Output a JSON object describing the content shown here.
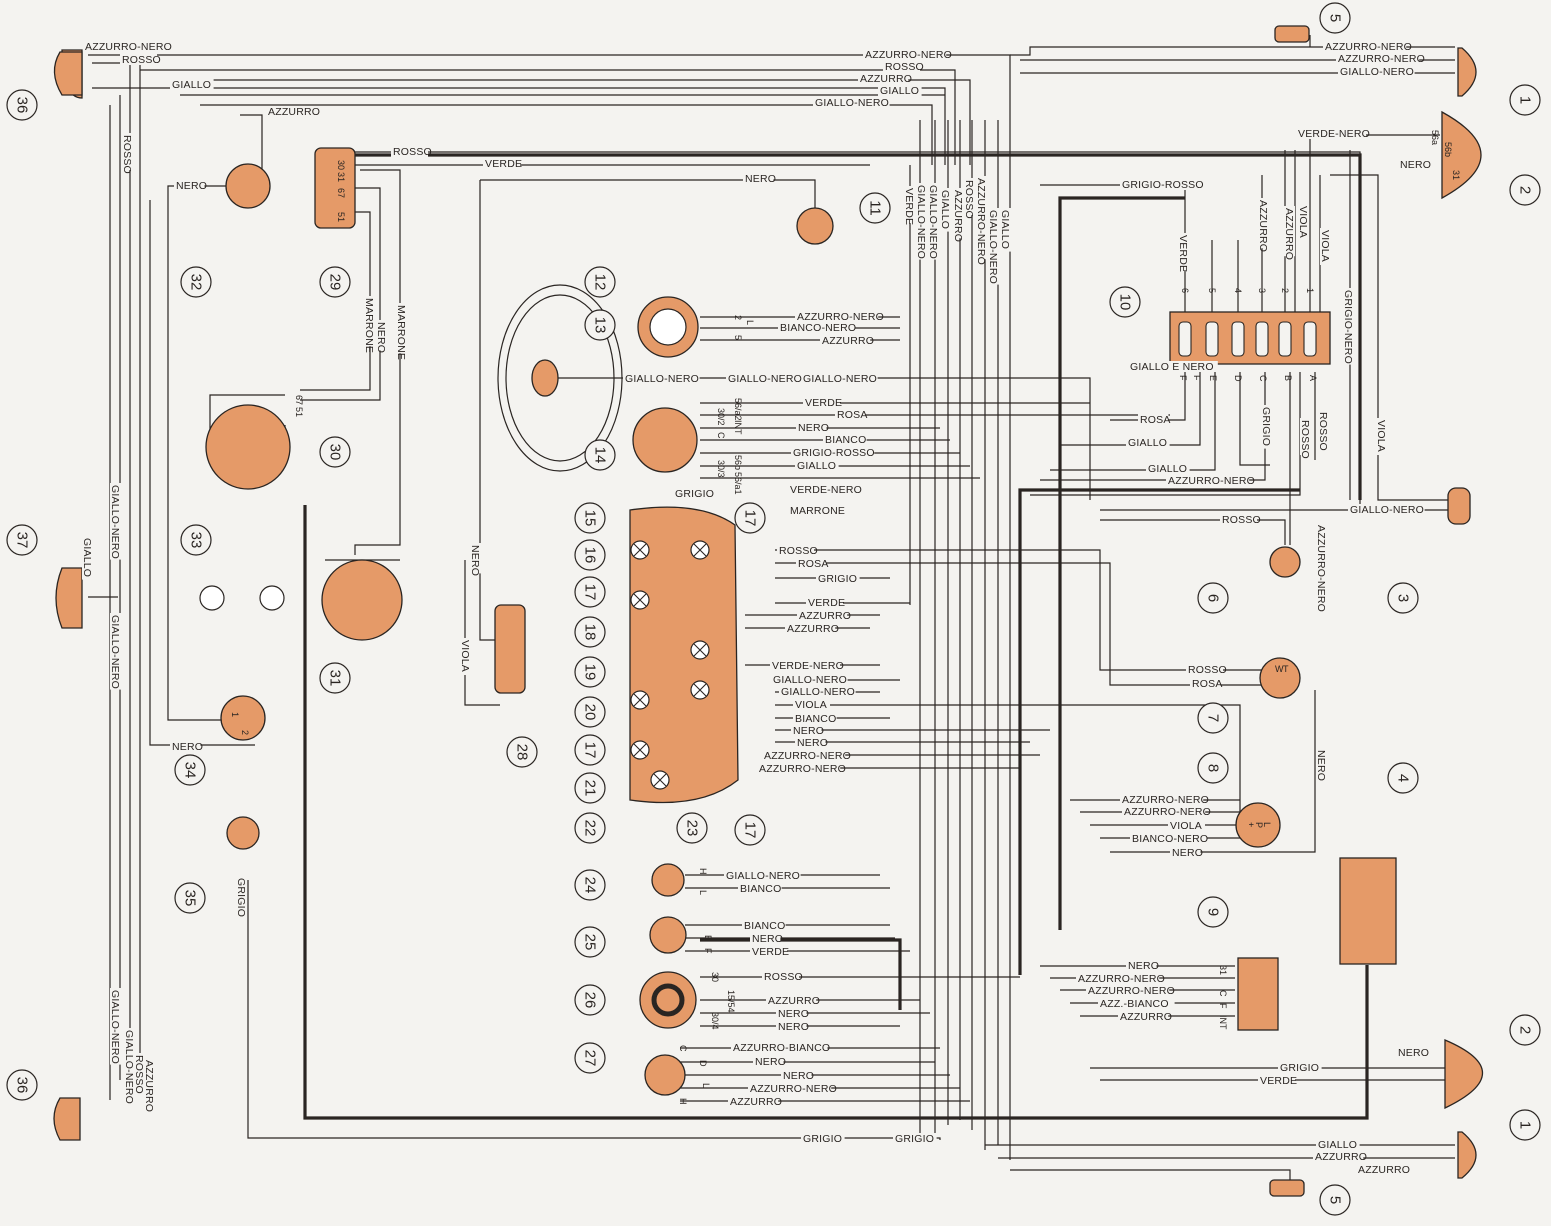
{
  "callouts": [
    "1",
    "2",
    "3",
    "4",
    "5",
    "6",
    "7",
    "8",
    "9",
    "10",
    "11",
    "12",
    "13",
    "14",
    "15",
    "16",
    "17",
    "18",
    "19",
    "20",
    "21",
    "22",
    "23",
    "24",
    "25",
    "26",
    "27",
    "28",
    "29",
    "30",
    "31",
    "32",
    "33",
    "34",
    "35",
    "36",
    "37"
  ],
  "wire_colors": [
    "AZZURRO-NERO",
    "ROSSO",
    "GIALLO",
    "AZZURRO",
    "GIALLO-NERO",
    "VERDE",
    "NERO",
    "VERDE-NERO",
    "GRIGIO-ROSSO",
    "VIOLA",
    "GRIGIO-NERO",
    "BIANCO-NERO",
    "BIANCO",
    "GRIGIO",
    "MARRONE",
    "ROSA",
    "AZZURRO-BIANCO",
    "AZZ.-BIANCO",
    "GIALLO E NERO"
  ],
  "pins": {
    "fuse_top": [
      "6",
      "5",
      "4",
      "3",
      "2",
      "1"
    ],
    "fuse_bottom": [
      "F",
      "F",
      "E",
      "D",
      "C",
      "B",
      "A"
    ],
    "regulator": [
      "30",
      "31",
      "67",
      "51"
    ],
    "dynamo": [
      "67",
      "51"
    ],
    "headlamp": [
      "56a",
      "56b",
      "31"
    ],
    "ign": [
      "30",
      "15/54",
      "30/4"
    ],
    "instrument_14": [
      "56/a2",
      "30/2",
      "INT",
      "C",
      "30/3",
      "56b",
      "56/a1"
    ],
    "gauge_9": [
      "31",
      "C",
      "F",
      "INT"
    ],
    "sw12": [
      "2",
      "L",
      "5"
    ],
    "sw24": [
      "H",
      "L"
    ],
    "sw25": [
      "E",
      "F"
    ],
    "sw27": [
      "C",
      "D",
      "L",
      "H"
    ],
    "gauge7": [
      "W",
      "T"
    ],
    "gauge8": [
      "+",
      "P",
      "L"
    ],
    "unit34": [
      "1",
      "2"
    ]
  },
  "labels": {
    "tl_az_nero": "AZZURRO-NERO",
    "tl_rosso": "ROSSO",
    "tl_giallo": "GIALLO",
    "tl_azzurro": "AZZURRO",
    "top_az_nero": "AZZURRO-NERO",
    "top_rosso": "ROSSO",
    "top_azzurro": "AZZURRO",
    "top_giallo": "GIALLO",
    "top_giallo_nero": "GIALLO-NERO",
    "tr_az_nero1": "AZZURRO-NERO",
    "tr_az_nero2": "AZZURRO-NERO",
    "tr_giallo_nero": "GIALLO-NERO",
    "tr_verde_nero": "VERDE-NERO",
    "tr_nero": "NERO",
    "reg_rosso": "ROSSO",
    "reg_verde": "VERDE",
    "nero_11": "NERO",
    "verde_v": "VERDE",
    "v_giallo_nero1": "GIALLO-NERO",
    "v_giallo_nero2": "GIALLO-NERO",
    "v_giallo": "GIALLO",
    "v_azzurro": "AZZURRO",
    "v_rosso": "ROSSO",
    "v_az_nero": "AZZURRO-NERO",
    "grigio_rosso": "GRIGIO-ROSSO",
    "v_verde": "VERDE",
    "v_azzurro2": "AZZURRO",
    "v_azzurro3": "AZZURRO",
    "v_viola1": "VIOLA",
    "v_viola2": "VIOLA",
    "v_grigio_nero": "GRIGIO-NERO",
    "sw12_az_nero": "AZZURRO-NERO",
    "sw12_bianco_nero": "BIANCO-NERO",
    "sw12_azzurro": "AZZURRO",
    "horn_giallo_nero1": "GIALLO-NERO",
    "horn_giallo_nero2": "GIALLO-NERO",
    "i14_verde": "VERDE",
    "i14_rosa": "ROSA",
    "i14_nero": "NERO",
    "i14_bianco": "BIANCO",
    "i14_grigio_rosso": "GRIGIO-ROSSO",
    "i14_giallo": "GIALLO",
    "i14_verde_nero": "VERDE-NERO",
    "i14_grigio": "GRIGIO",
    "i14_marrone": "MARRONE",
    "giallo_e_nero": "GIALLO E NERO",
    "fb_rosa": "ROSA",
    "fb_giallo1": "GIALLO",
    "fb_giallo2": "GIALLO",
    "fb_az_nero": "AZZURRO-NERO",
    "fb_grigio": "GRIGIO",
    "fb_rosso1": "ROSSO",
    "fb_rosso2": "ROSSO",
    "fb_viola": "VIOLA",
    "l3_giallo_nero": "GIALLO-NERO",
    "l6_rosso": "ROSSO",
    "l6_az_nero": "AZZURRO-NERO",
    "c17_rosso": "ROSSO",
    "c17_rosa": "ROSA",
    "c17_grigio": "GRIGIO",
    "c17_verde": "VERDE",
    "c17_azzurro1": "AZZURRO",
    "c17_azzurro2": "AZZURRO",
    "c17b_verde_nero": "VERDE-NERO",
    "c17b_giallo_nero1": "GIALLO-NERO",
    "c17b_giallo_nero2": "GIALLO-NERO",
    "c17b_viola": "VIOLA",
    "c17b_bianco": "BIANCO",
    "c17b_nero1": "NERO",
    "c17b_nero2": "NERO",
    "c17b_az_nero1": "AZZURRO-NERO",
    "c17b_az_nero2": "AZZURRO-NERO",
    "g7_rosso": "ROSSO",
    "g7_rosa": "ROSA",
    "g7_nero": "NERO",
    "g8_az_nero1": "AZZURRO-NERO",
    "g8_az_nero2": "AZZURRO-NERO",
    "g8_viola": "VIOLA",
    "g8_bianco_nero": "BIANCO-NERO",
    "g8_nero": "NERO",
    "s24_giallo_nero": "GIALLO-NERO",
    "s24_bianco": "BIANCO",
    "s25_bianco": "BIANCO",
    "s25_nero": "NERO",
    "s25_verde": "VERDE",
    "s26_rosso": "ROSSO",
    "s26_azzurro": "AZZURRO",
    "s26_nero1": "NERO",
    "s26_nero2": "NERO",
    "g9_nero": "NERO",
    "g9_az_nero1": "AZZURRO-NERO",
    "g9_az_nero2": "AZZURRO-NERO",
    "g9_azz_bianco": "AZZ.-BIANCO",
    "g9_azzurro": "AZZURRO",
    "s27_az_bianco": "AZZURRO-BIANCO",
    "s27_nero1": "NERO",
    "s27_nero2": "NERO",
    "s27_az_nero": "AZZURRO-NERO",
    "s27_azzurro": "AZZURRO",
    "br_nero": "NERO",
    "br_grigio": "GRIGIO",
    "br_verde": "VERDE",
    "bot_giallo": "GIALLO",
    "bot_azzurro1": "AZZURRO",
    "bot_azzurro2": "AZZURRO",
    "bot_grigio1": "GRIGIO",
    "bot_grigio2": "GRIGIO",
    "grigio_35": "GRIGIO",
    "nero_32": "NERO",
    "nero_34": "NERO",
    "nero_28": "NERO",
    "viola_28": "VIOLA",
    "left_rosso": "ROSSO",
    "left_giallo_nero1": "GIALLO-NERO",
    "left_giallo_nero2": "GIALLO-NERO",
    "left_giallo_nero3": "GIALLO-NERO",
    "left_giallo": "GIALLO",
    "bl_giallo_nero": "GIALLO-NERO",
    "bl_rosso": "ROSSO",
    "bl_azzurro": "AZZURRO",
    "m_marrone1": "MARRONE",
    "m_nero": "NERO",
    "m_marrone2": "MARRONE",
    "steer_giallo_nero": "GIALLO-NERO",
    "steer_giallo_nero2": "GIALLO-NERO"
  }
}
